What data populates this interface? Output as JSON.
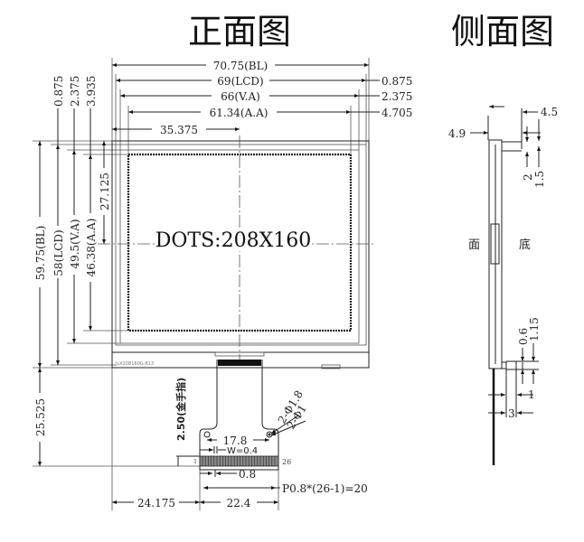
{
  "titles": {
    "front": "正面图",
    "side": "侧面图"
  },
  "display_text": "DOTS:208X160",
  "part_label": "JLX208160G-813",
  "front_dims": {
    "bl_width": "70.75(BL)",
    "lcd_width": "69(LCD)",
    "va_width": "66(V.A)",
    "aa_width": "61.34(A.A)",
    "center_x": "35.375",
    "off_lcd": "0.875",
    "off_va": "2.375",
    "off_aa": "4.705",
    "top_lcd": "0.875",
    "top_va": "2.375",
    "top_aa": "3.935",
    "bl_height": "59.75(BL)",
    "lcd_height": "58(LCD)",
    "va_height": "49.5(V.A)",
    "aa_height": "46.38(A.A)",
    "center_y": "27.125",
    "fpc_length": "25.525",
    "gold_finger": "2.50(金手指)",
    "hole_big": "2-Φ1.8",
    "hole_small": "2-Φ1",
    "hole_pitch": "17.8",
    "pin_width": "W=0.4",
    "pin_pitch": "0.8",
    "pin_span": "P0.8*(26-1)=20",
    "fpc_offset": "24.175",
    "fpc_width": "22.4",
    "pin_first": "1",
    "pin_last": "26"
  },
  "side_dims": {
    "top_width": "4.5",
    "total_thick": "4.9",
    "d2": "2",
    "d15": "1.5",
    "d06": "0.6",
    "d115": "1.15",
    "d1": "1",
    "d3": "3",
    "face_label": "面",
    "bottom_label": "底"
  }
}
